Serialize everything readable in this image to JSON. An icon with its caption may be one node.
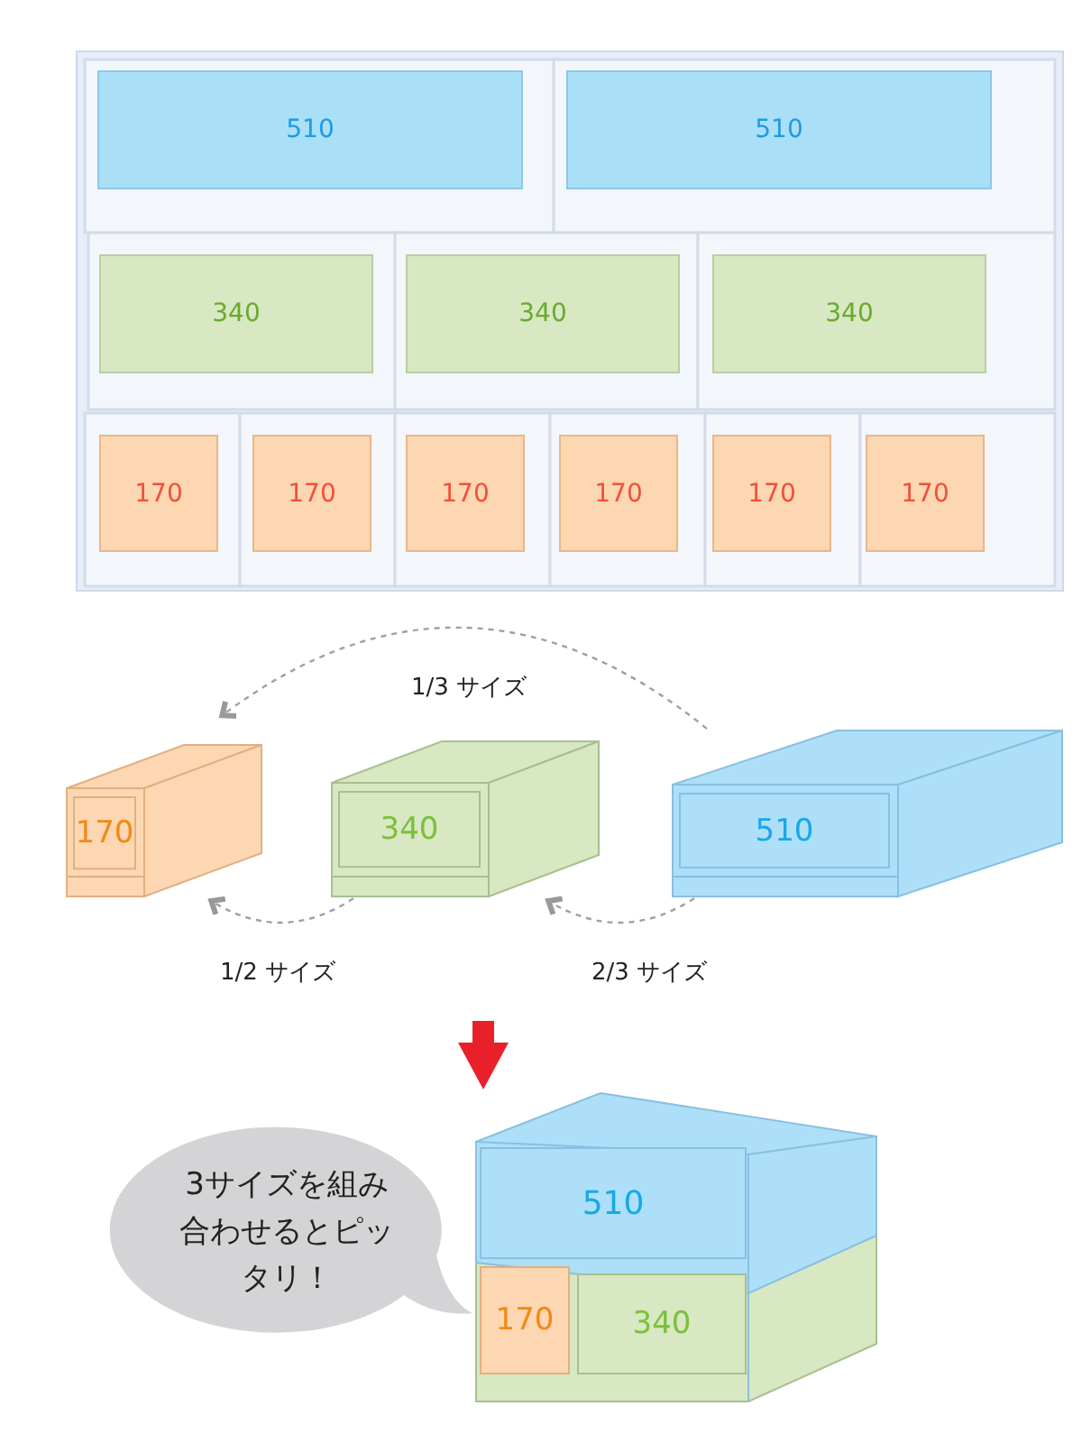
{
  "diagram": {
    "nodes": [
      {
        "text": [],
        "shape": "box"
      },
      {
        "text": [
          "510"
        ],
        "in": 0
      },
      {
        "text": [
          "510"
        ],
        "in": 0
      },
      {
        "text": [
          "340"
        ],
        "in": 0
      },
      {
        "text": [
          "340"
        ],
        "in": 0
      },
      {
        "text": [
          "340"
        ],
        "in": 0
      },
      {
        "text": [
          "170"
        ],
        "in": 0
      },
      {
        "text": [
          "170"
        ],
        "in": 0
      },
      {
        "text": [
          "170"
        ],
        "in": 0
      },
      {
        "text": [
          "170"
        ],
        "in": 0
      },
      {
        "text": [
          "170"
        ],
        "in": 0
      },
      {
        "text": [
          "170"
        ],
        "in": 0
      },
      {
        "text": [
          "170"
        ]
      },
      {
        "text": [
          "340"
        ]
      },
      {
        "text": [
          "510"
        ]
      },
      {
        "text": [],
        "shape": "box"
      },
      {
        "text": [
          "510"
        ],
        "in": 15
      },
      {
        "text": [
          "170"
        ],
        "in": 15
      },
      {
        "text": [
          "340"
        ],
        "in": 15
      },
      {
        "text": [
          "3サイズを組み合わせるとピッタリ！"
        ]
      }
    ],
    "edges": [
      {
        "from": 14,
        "to": 12,
        "arrow": "to",
        "label": "1/3 サイズ",
        "style": "dashed"
      },
      {
        "from": 13,
        "to": 12,
        "arrow": "to",
        "label": "1/2 サイズ",
        "style": "dashed"
      },
      {
        "from": 14,
        "to": 13,
        "arrow": "to",
        "label": "2/3 サイズ",
        "style": "dashed"
      },
      {
        "from": null,
        "to": 15,
        "arrow": "to",
        "style": "thick",
        "color": "#e8202a"
      }
    ]
  }
}
